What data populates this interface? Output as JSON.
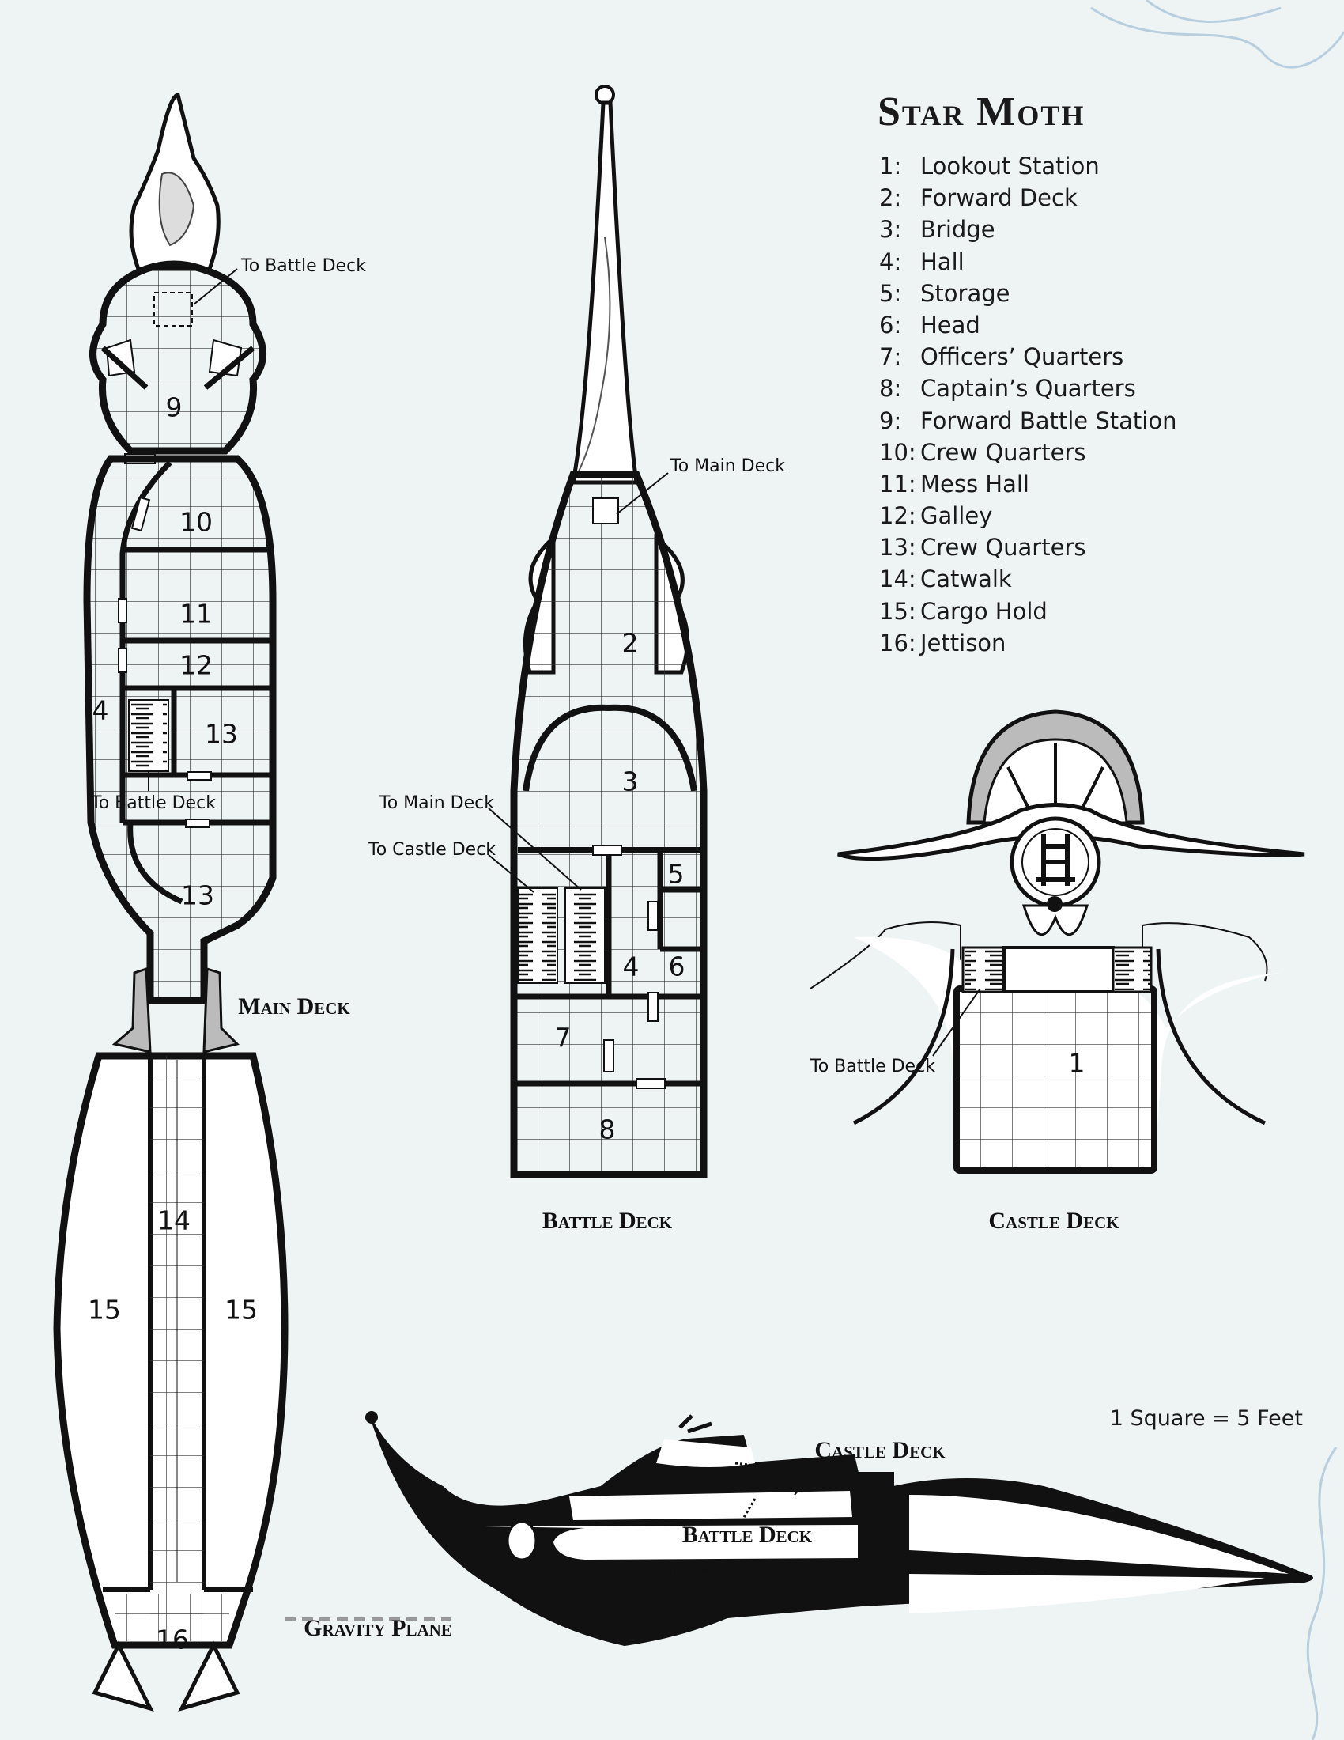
{
  "title": "Star Moth",
  "legend": [
    {
      "num": "1:",
      "name": "Lookout Station"
    },
    {
      "num": "2:",
      "name": "Forward Deck"
    },
    {
      "num": "3:",
      "name": "Bridge"
    },
    {
      "num": "4:",
      "name": "Hall"
    },
    {
      "num": "5:",
      "name": "Storage"
    },
    {
      "num": "6:",
      "name": "Head"
    },
    {
      "num": "7:",
      "name": "Officers’ Quarters"
    },
    {
      "num": "8:",
      "name": "Captain’s Quarters"
    },
    {
      "num": "9:",
      "name": "Forward Battle Station"
    },
    {
      "num": "10:",
      "name": "Crew Quarters"
    },
    {
      "num": "11:",
      "name": "Mess Hall"
    },
    {
      "num": "12:",
      "name": "Galley"
    },
    {
      "num": "13:",
      "name": "Crew Quarters"
    },
    {
      "num": "14:",
      "name": "Catwalk"
    },
    {
      "num": "15:",
      "name": "Cargo Hold"
    },
    {
      "num": "16:",
      "name": "Jettison"
    }
  ],
  "scale": "1 Square = 5 Feet",
  "decks": {
    "main": "Main Deck",
    "battle": "Battle Deck",
    "castle": "Castle Deck"
  },
  "annotations": {
    "to_battle_deck": "To Battle Deck",
    "to_main_deck": "To Main Deck",
    "to_castle_deck": "To Castle Deck"
  },
  "profile": {
    "castle": "Castle Deck",
    "battle": "Battle Deck",
    "main": "Main Deck",
    "gravity": "Gravity Plane"
  },
  "rooms": {
    "r1": "1",
    "r2": "2",
    "r3": "3",
    "r4": "4",
    "r5": "5",
    "r6": "6",
    "r7": "7",
    "r8": "8",
    "r9": "9",
    "r10": "10",
    "r11": "11",
    "r12": "12",
    "r13": "13",
    "r14": "14",
    "r15": "15",
    "r16": "16"
  }
}
